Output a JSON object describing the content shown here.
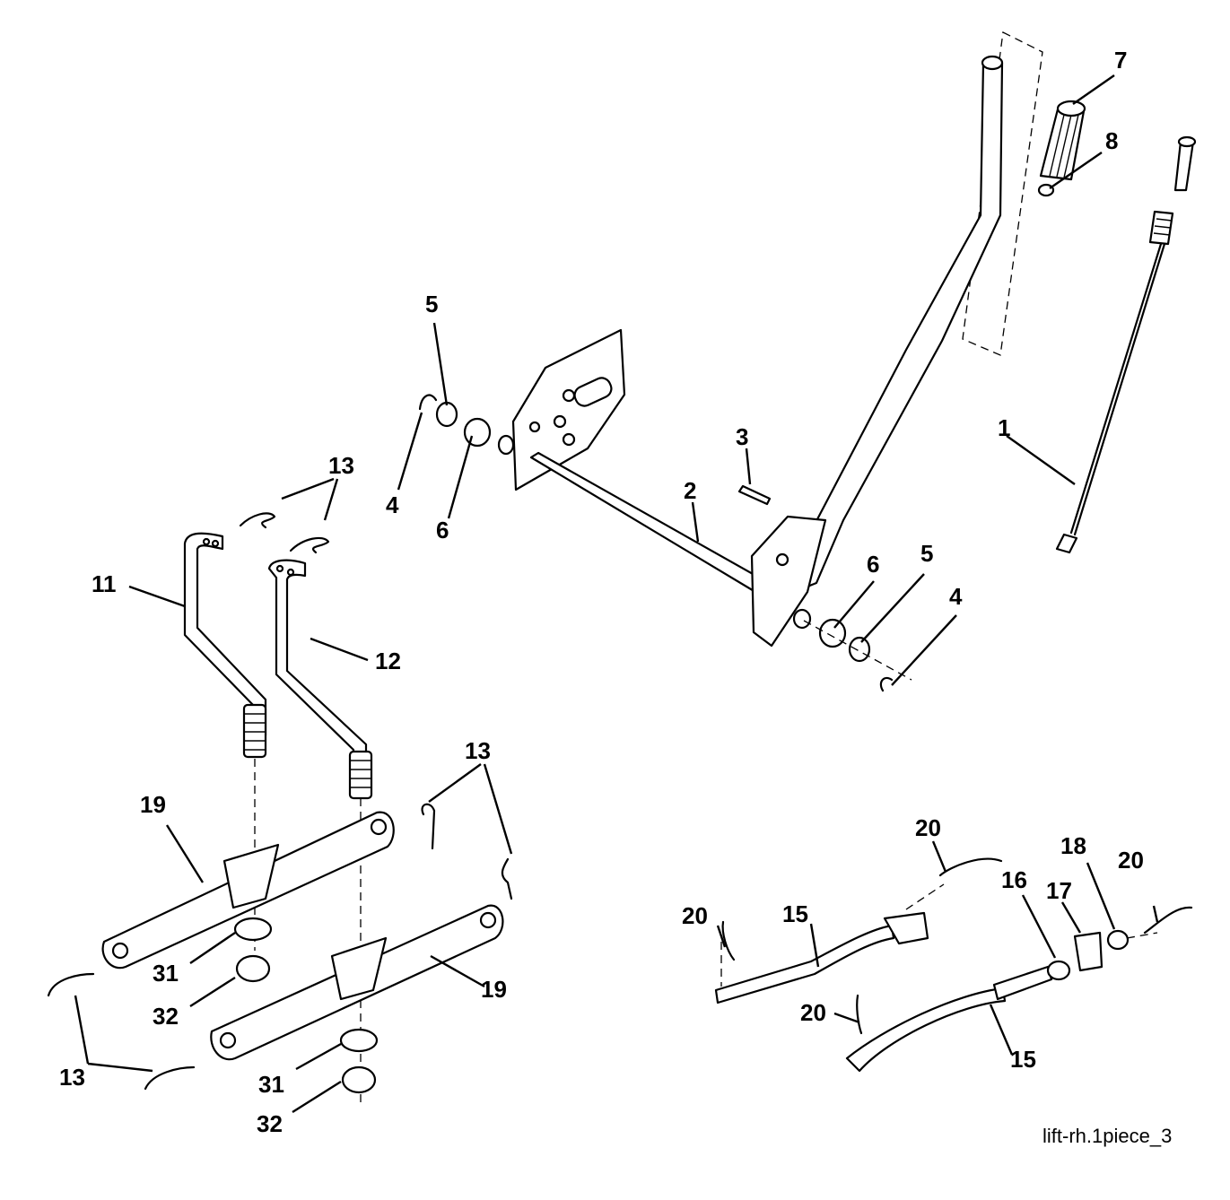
{
  "diagram": {
    "caption": "lift-rh.1piece_3",
    "callouts": [
      {
        "id": "c1",
        "label": "1"
      },
      {
        "id": "c2",
        "label": "2"
      },
      {
        "id": "c3",
        "label": "3"
      },
      {
        "id": "c4a",
        "label": "4"
      },
      {
        "id": "c4b",
        "label": "4"
      },
      {
        "id": "c5a",
        "label": "5"
      },
      {
        "id": "c5b",
        "label": "5"
      },
      {
        "id": "c6a",
        "label": "6"
      },
      {
        "id": "c6b",
        "label": "6"
      },
      {
        "id": "c7",
        "label": "7"
      },
      {
        "id": "c8",
        "label": "8"
      },
      {
        "id": "c11",
        "label": "11"
      },
      {
        "id": "c12",
        "label": "12"
      },
      {
        "id": "c13a",
        "label": "13"
      },
      {
        "id": "c13b",
        "label": "13"
      },
      {
        "id": "c13c",
        "label": "13"
      },
      {
        "id": "c15a",
        "label": "15"
      },
      {
        "id": "c15b",
        "label": "15"
      },
      {
        "id": "c16",
        "label": "16"
      },
      {
        "id": "c17",
        "label": "17"
      },
      {
        "id": "c18",
        "label": "18"
      },
      {
        "id": "c19a",
        "label": "19"
      },
      {
        "id": "c19b",
        "label": "19"
      },
      {
        "id": "c20a",
        "label": "20"
      },
      {
        "id": "c20b",
        "label": "20"
      },
      {
        "id": "c20c",
        "label": "20"
      },
      {
        "id": "c20d",
        "label": "20"
      },
      {
        "id": "c31a",
        "label": "31"
      },
      {
        "id": "c31b",
        "label": "31"
      },
      {
        "id": "c32a",
        "label": "32"
      },
      {
        "id": "c32b",
        "label": "32"
      }
    ]
  }
}
